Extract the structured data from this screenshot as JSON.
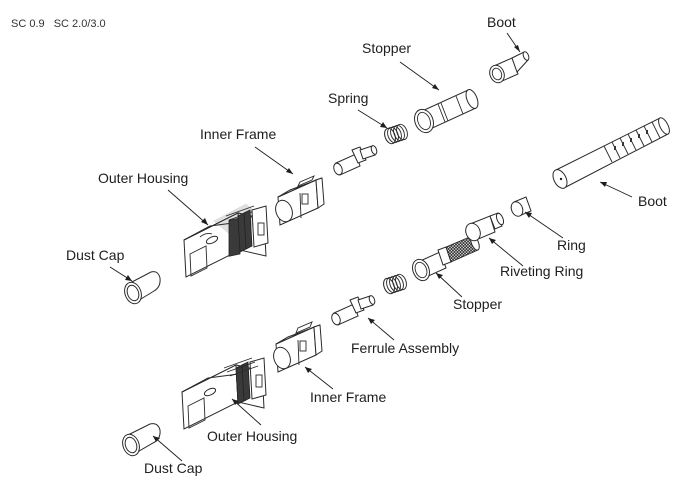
{
  "header": {
    "variants": [
      "SC 0.9",
      "SC 2.0/3.0"
    ]
  },
  "diagram": {
    "title": "SC fiber optic connector exploded view",
    "top_assembly": {
      "variant": "SC 0.9",
      "parts": [
        {
          "id": "dust-cap",
          "label": "Dust Cap"
        },
        {
          "id": "outer-housing",
          "label": "Outer Housing"
        },
        {
          "id": "inner-frame",
          "label": "Inner Frame"
        },
        {
          "id": "spring",
          "label": "Spring"
        },
        {
          "id": "stopper",
          "label": "Stopper"
        },
        {
          "id": "boot",
          "label": "Boot"
        }
      ]
    },
    "bottom_assembly": {
      "variant": "SC 2.0/3.0",
      "parts": [
        {
          "id": "dust-cap",
          "label": "Dust Cap"
        },
        {
          "id": "outer-housing",
          "label": "Outer Housing"
        },
        {
          "id": "inner-frame",
          "label": "Inner Frame"
        },
        {
          "id": "ferrule-assembly",
          "label": "Ferrule Assembly"
        },
        {
          "id": "stopper",
          "label": "Stopper"
        },
        {
          "id": "riveting-ring",
          "label": "Riveting Ring"
        },
        {
          "id": "ring",
          "label": "Ring"
        },
        {
          "id": "boot",
          "label": "Boot"
        }
      ]
    }
  }
}
